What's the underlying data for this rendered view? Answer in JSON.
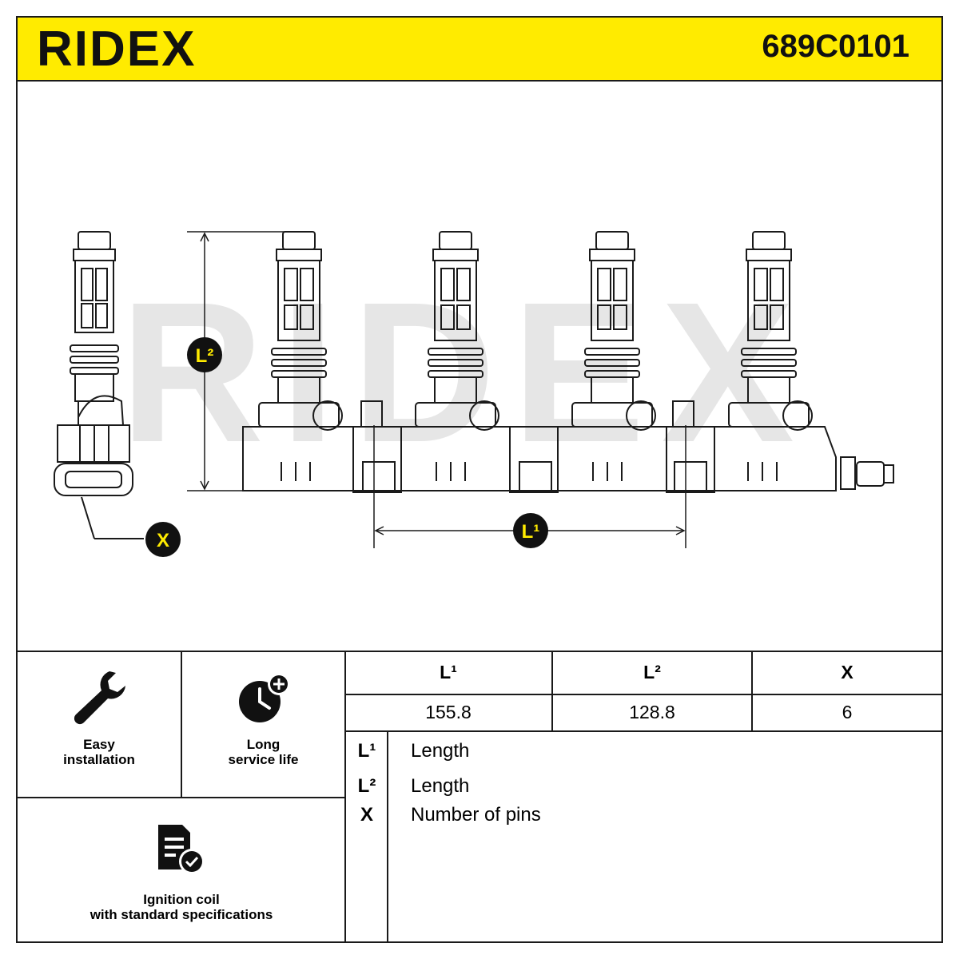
{
  "header": {
    "brand": "RIDEX",
    "part_number": "689C0101",
    "color": "#ffeb00"
  },
  "drawing": {
    "watermark": "RIDEX",
    "dimension_labels": {
      "l1": "L¹",
      "l2": "L²",
      "x": "X"
    }
  },
  "features": [
    {
      "icon": "wrench-icon",
      "line1": "Easy",
      "line2": "installation"
    },
    {
      "icon": "clock-plus-icon",
      "line1": "Long",
      "line2": "service life"
    },
    {
      "icon": "document-check-icon",
      "line1": "Ignition coil",
      "line2": "with standard specifications"
    }
  ],
  "specs": {
    "headers": [
      "L¹",
      "L²",
      "X"
    ],
    "values": [
      "155.8",
      "128.8",
      "6"
    ]
  },
  "legend": [
    {
      "key": "L¹",
      "desc": "Length"
    },
    {
      "key": "L²",
      "desc": "Length"
    },
    {
      "key": "X",
      "desc": "Number of pins"
    }
  ]
}
